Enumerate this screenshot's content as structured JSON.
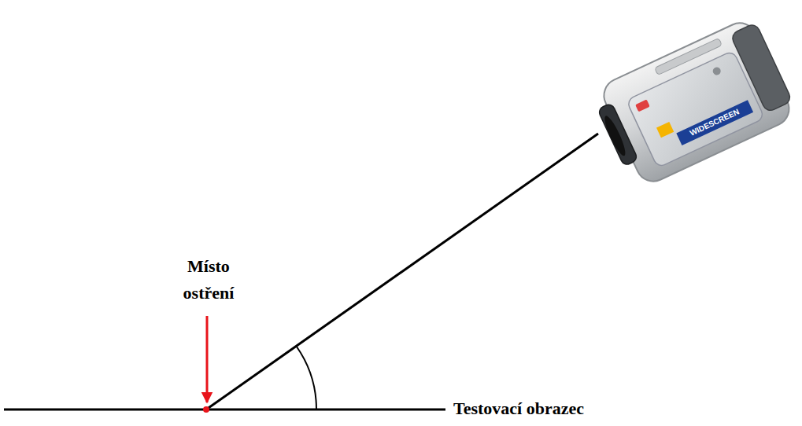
{
  "diagram": {
    "labels": [
      "Místo ostření",
      "Testovací obrazec",
      "WIDESCREEN"
    ]
  }
}
